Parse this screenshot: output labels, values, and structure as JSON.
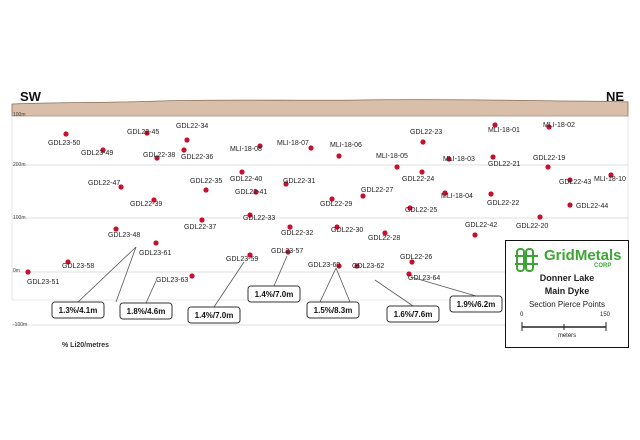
{
  "directions": {
    "left": "SW",
    "right": "NE"
  },
  "elevation_labels": [
    "100m",
    "200m",
    "100m",
    "0m",
    "-100m"
  ],
  "holes": [
    {
      "label": "GDL23-50"
    },
    {
      "label": "GDL22-45"
    },
    {
      "label": "GDL22-34"
    },
    {
      "label": "GDL23-49"
    },
    {
      "label": "GDL22-38"
    },
    {
      "label": "GDL22-36"
    },
    {
      "label": "MLI-18-08"
    },
    {
      "label": "MLI-18-07"
    },
    {
      "label": "MLI-18-06"
    },
    {
      "label": "GDL22-23"
    },
    {
      "label": "MLI-18-01"
    },
    {
      "label": "MLI-18-02"
    },
    {
      "label": "MLI-18-05"
    },
    {
      "label": "GDL22-21"
    },
    {
      "label": "MLI-18-03"
    },
    {
      "label": "GDL22-19"
    },
    {
      "label": "GDL22-47"
    },
    {
      "label": "GDL22-35"
    },
    {
      "label": "GDL22-40"
    },
    {
      "label": "GDL22-31"
    },
    {
      "label": "GDL22-24"
    },
    {
      "label": "GDL22-43"
    },
    {
      "label": "MLI-18-10"
    },
    {
      "label": "GDL22-41"
    },
    {
      "label": "GDL22-27"
    },
    {
      "label": "MLI-18-04"
    },
    {
      "label": "GDL22-39"
    },
    {
      "label": "GDL22-29"
    },
    {
      "label": "GDL22-25"
    },
    {
      "label": "GDL22-22"
    },
    {
      "label": "GDL22-44"
    },
    {
      "label": "GDL22-33"
    },
    {
      "label": "GDL22-37"
    },
    {
      "label": "GDL22-42"
    },
    {
      "label": "GDL22-20"
    },
    {
      "label": "GDL22-32"
    },
    {
      "label": "GDL22-30"
    },
    {
      "label": "GDL23-48"
    },
    {
      "label": "GDL22-28"
    },
    {
      "label": "GDL23-61"
    },
    {
      "label": "GDL23-57"
    },
    {
      "label": "GDL23-59"
    },
    {
      "label": "GDL22-26"
    },
    {
      "label": "GDL23-58"
    },
    {
      "label": "GDL23-60"
    },
    {
      "label": "GDL23-62"
    },
    {
      "label": "GDL23-51"
    },
    {
      "label": "GDL23-63"
    },
    {
      "label": "GDL23-64"
    }
  ],
  "intercepts": [
    {
      "label": "1.3%/4.1m"
    },
    {
      "label": "1.8%/4.6m"
    },
    {
      "label": "1.4%/7.0m"
    },
    {
      "label": "1.4%/7.0m"
    },
    {
      "label": "1.5%/8.3m"
    },
    {
      "label": "1.6%/7.6m"
    },
    {
      "label": "1.9%/6.2m"
    }
  ],
  "legend_note": "% Li20/metres",
  "logo": {
    "brand": "GridMetals",
    "corp": "CORP",
    "title_line1": "Donner Lake",
    "title_line2": "Main Dyke",
    "subtitle": "Section Pierce Points",
    "scale_start": "0",
    "scale_end": "150",
    "scale_unit": "meters"
  },
  "colors": {
    "ground": "#d9bfa9",
    "ground_edge": "#8a6b55",
    "pierce_point": "#c8102e",
    "brand_green": "#3ea535",
    "grid": "#bfbfbf"
  }
}
